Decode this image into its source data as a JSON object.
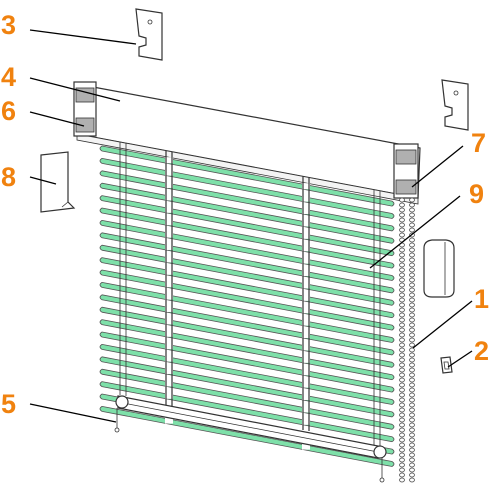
{
  "callouts": [
    {
      "id": "1",
      "label": "1"
    },
    {
      "id": "2",
      "label": "2"
    },
    {
      "id": "3",
      "label": "3"
    },
    {
      "id": "4",
      "label": "4"
    },
    {
      "id": "5",
      "label": "5"
    },
    {
      "id": "6",
      "label": "6"
    },
    {
      "id": "7",
      "label": "7"
    },
    {
      "id": "8",
      "label": "8"
    },
    {
      "id": "9",
      "label": "9"
    }
  ],
  "colors": {
    "callout": "#f0820f",
    "slat": "#7ee0a9",
    "slat_stroke": "#555555",
    "outline": "#333333"
  },
  "slat_count": 22
}
